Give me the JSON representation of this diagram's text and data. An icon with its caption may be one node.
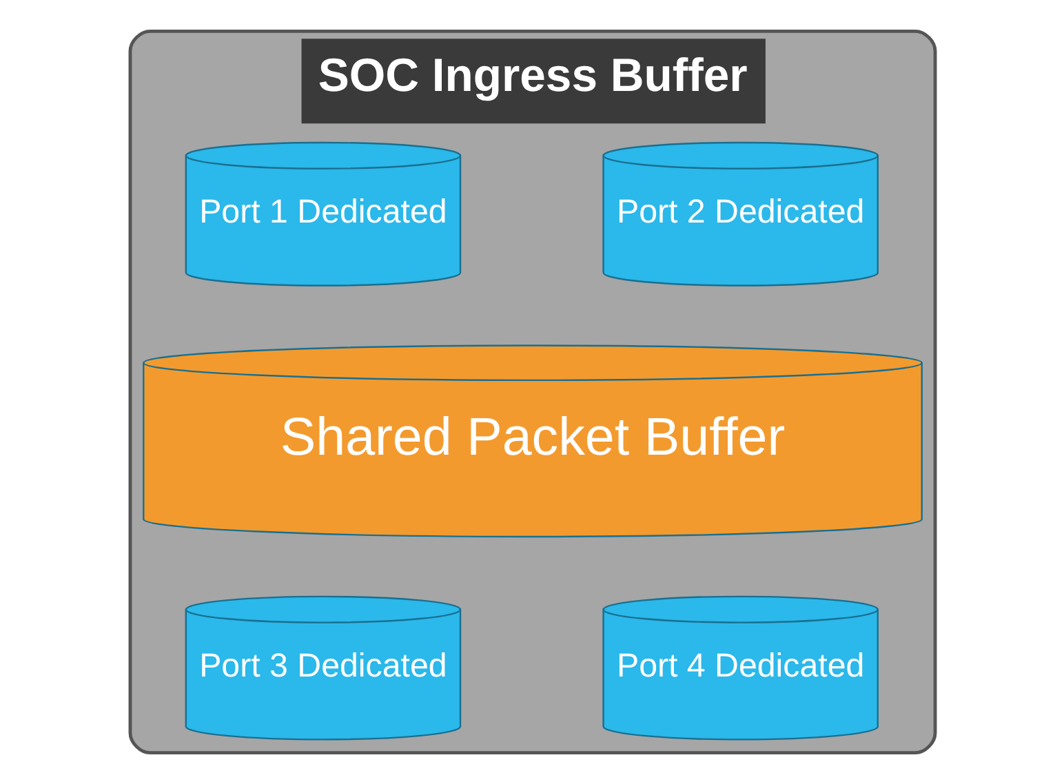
{
  "diagram": {
    "nodes": [
      {
        "text": [
          "SOC Ingress Buffer"
        ]
      },
      {
        "text": [
          "Port 1 Dedicated"
        ],
        "in": 0
      },
      {
        "text": [
          "Port 2 Dedicated"
        ],
        "in": 0
      },
      {
        "text": [
          "Shared Packet Buffer"
        ],
        "in": 0
      },
      {
        "text": [
          "Port 3 Dedicated"
        ],
        "in": 0
      },
      {
        "text": [
          "Port 4 Dedicated"
        ],
        "in": 0
      }
    ]
  }
}
